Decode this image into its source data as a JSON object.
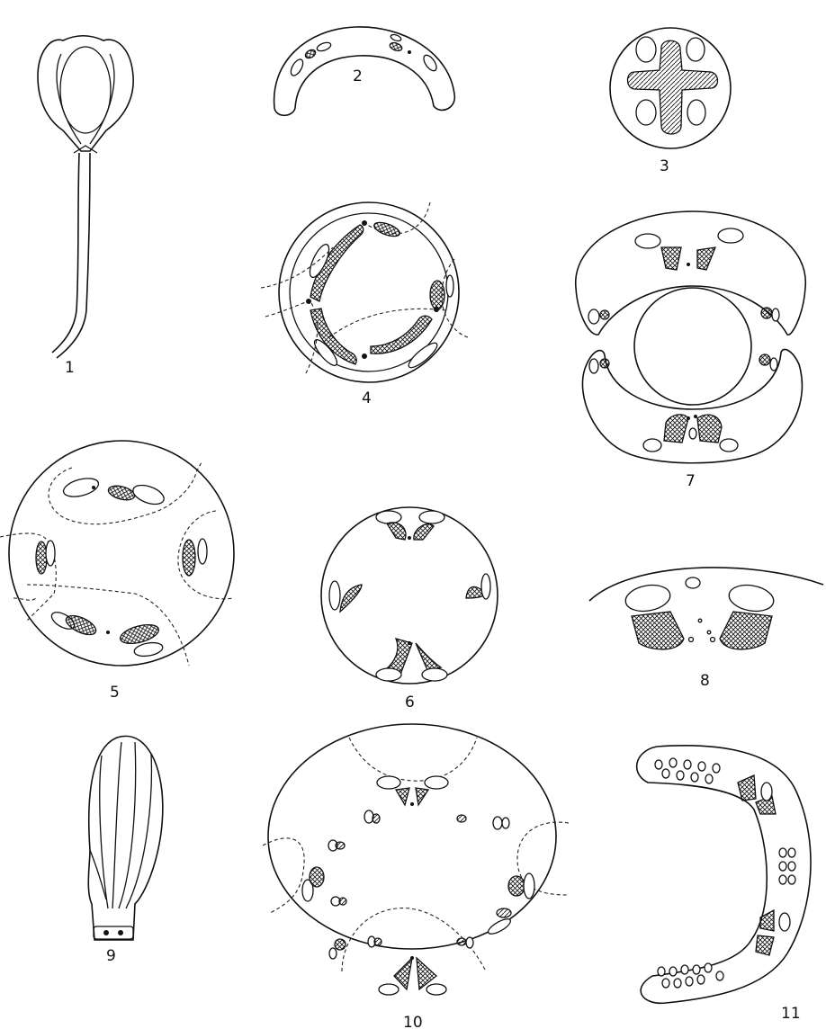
{
  "figure_labels": {
    "f1": "1",
    "f2": "2",
    "f3": "3",
    "f4": "4",
    "f5": "5",
    "f6": "6",
    "f7": "7",
    "f8": "8",
    "f9": "9",
    "f10": "10",
    "f11": "11"
  }
}
